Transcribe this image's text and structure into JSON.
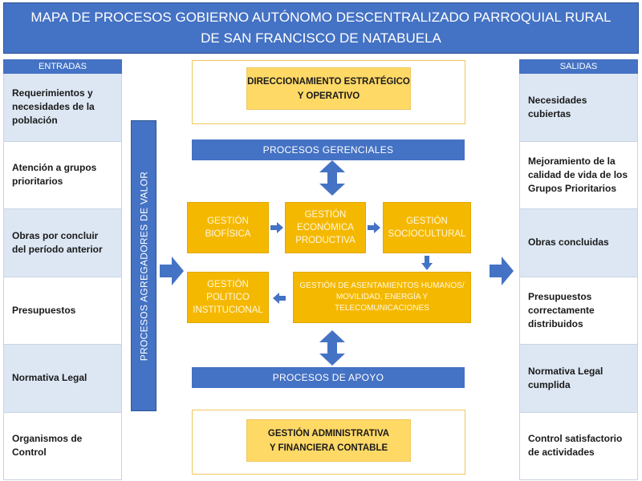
{
  "title": {
    "line1": "MAPA DE PROCESOS GOBIERNO AUTÓNOMO DESCENTRALIZADO PARROQUIAL RURAL",
    "line2": "DE SAN FRANCISCO DE NATABUELA"
  },
  "inputs": {
    "header": "ENTRADAS",
    "items": [
      "Requerimientos y necesidades de la población",
      "Atención a grupos prioritarios",
      "Obras por concluir del período anterior",
      "Presupuestos",
      "Normativa Legal",
      "Organismos de Control"
    ]
  },
  "outputs": {
    "header": "SALIDAS",
    "items": [
      "Necesidades cubiertas",
      "Mejoramiento de la calidad de vida de los Grupos Prioritarios",
      "Obras concluidas",
      "Presupuestos correctamente distribuidos",
      "Normativa Legal cumplida",
      "Control satisfactorio de actividades"
    ]
  },
  "value_processes_label": "PROCESOS AGREGADORES DE VALOR",
  "strategic": {
    "line1": "DIRECCIONAMIENTO ESTRATÉGICO",
    "line2": "Y OPERATIVO"
  },
  "management_band": "PROCESOS  GERENCIALES",
  "support_band": "PROCESOS  DE APOYO",
  "admin": {
    "line1": "GESTIÓN ADMINISTRATIVA",
    "line2": "Y FINANCIERA CONTABLE"
  },
  "process_boxes": {
    "biofisica": [
      "GESTIÓN",
      "BIOFÍSICA"
    ],
    "economica": [
      "GESTIÓN",
      "ECONÓMICA",
      "PRODUCTIVA"
    ],
    "sociocultural": [
      "GESTIÓN",
      "SOCIOCULTURAL"
    ],
    "politico": [
      "GESTIÓN",
      "POLITICO",
      "INSTITUCIONAL"
    ],
    "asentamientos": [
      "GESTIÓN DE ASENTAMIENTOS HUMANOS/",
      "MOVILIDAD, ENERGÍA Y",
      "TELECOMUNICACIONES"
    ]
  },
  "colors": {
    "header_blue": "#4472c4",
    "cell_shade": "#dde7f4",
    "process_gold": "#f5b800",
    "strategic_yellow": "#ffd966"
  }
}
